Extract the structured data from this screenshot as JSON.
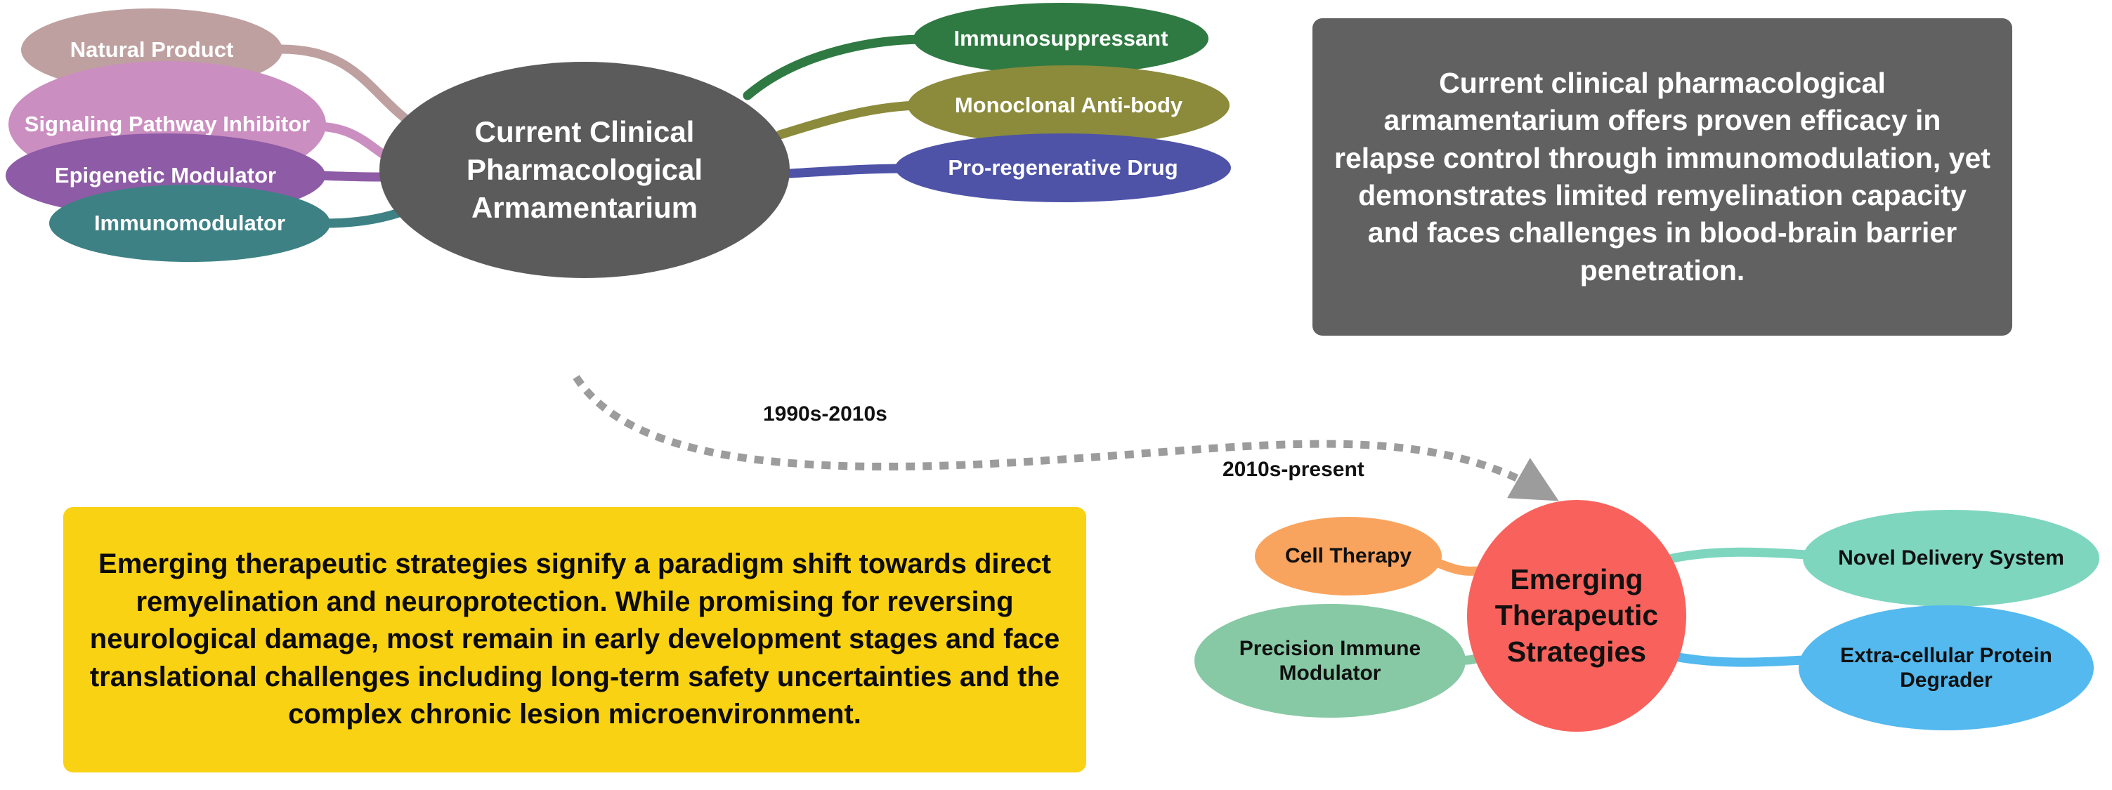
{
  "diagram": {
    "title": "Therapeutic landscape mind map",
    "background": "#ffffff"
  },
  "clusters": {
    "current": {
      "central": {
        "label": "Current Clinical Pharmacological Armamentarium",
        "color": "#5b5b5b",
        "text_color": "#ffffff"
      },
      "branches": [
        {
          "label": "Natural Product",
          "color": "#bfa0a0",
          "side": "left"
        },
        {
          "label": "Signaling Pathway Inhibitor",
          "color": "#cb8ec0",
          "side": "left"
        },
        {
          "label": "Epigenetic Modulator",
          "color": "#8e5ba6",
          "side": "left"
        },
        {
          "label": "Immunomodulator",
          "color": "#3d8184",
          "side": "left"
        },
        {
          "label": "Immunosuppressant",
          "color": "#2f7a42",
          "side": "right"
        },
        {
          "label": "Monoclonal Anti-body",
          "color": "#8b8b3b",
          "side": "right"
        },
        {
          "label": "Pro-regenerative Drug",
          "color": "#4e53a8",
          "side": "right"
        }
      ]
    },
    "emerging": {
      "central": {
        "label": "Emerging Therapeutic Strategies",
        "color": "#f9625c",
        "text_color": "#111111"
      },
      "branches": [
        {
          "label": "Cell Therapy",
          "color": "#f9a45e",
          "side": "left"
        },
        {
          "label": "Precision Immune Modulator",
          "color": "#87c9a5",
          "side": "left"
        },
        {
          "label": "Novel Delivery System",
          "color": "#7ed6bf",
          "side": "right"
        },
        {
          "label": "Extra-cellular Protein Degrader",
          "color": "#53b9ee",
          "side": "right"
        }
      ]
    }
  },
  "summaries": {
    "current_box": {
      "text": "Current clinical pharmacological armamentarium offers proven efficacy in relapse control through immunomodulation, yet demonstrates limited remyelination capacity and faces challenges in blood-brain barrier penetration.",
      "background": "#616161",
      "text_color": "#ffffff"
    },
    "emerging_box": {
      "text": "Emerging therapeutic strategies signify a paradigm shift towards direct remyelination and neuroprotection. While promising for reversing neurological damage, most remain in early development stages and face translational challenges including long-term safety uncertainties and the complex chronic lesion microenvironment.",
      "background": "#fad214",
      "text_color": "#0c0c0c"
    }
  },
  "timeline": {
    "era_1": "1990s-2010s",
    "era_2": "2010s-present",
    "connector_color": "#9c9c9c",
    "connector_style": "dashed-arrow"
  }
}
